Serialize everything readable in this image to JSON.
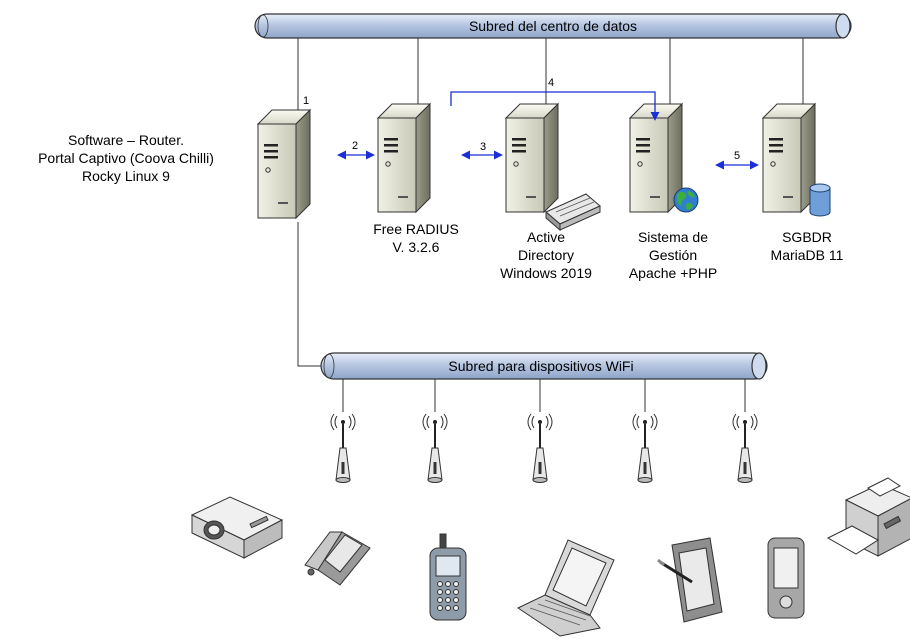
{
  "buses": {
    "datacenter": "Subred del centro de datos",
    "wifi": "Subred para dispositivos WiFi"
  },
  "router_label": [
    "Software – Router.",
    "Portal Captivo (Coova Chilli)",
    "Rocky Linux 9"
  ],
  "servers": {
    "radius": [
      "Free RADIUS",
      "V. 3.2.6"
    ],
    "ad": [
      "Active",
      "Directory",
      "Windows 2019"
    ],
    "mgmt": [
      "Sistema de",
      "Gestión",
      "Apache +PHP"
    ],
    "db": [
      "SGBDR",
      "MariaDB 11"
    ]
  },
  "connections": [
    "1",
    "2",
    "3",
    "4",
    "5"
  ],
  "colors": {
    "bus_fill": "#a9bbd8",
    "bus_light": "#dfe8f5",
    "arrow": "#1a2fd6"
  },
  "devices": [
    "projector-icon",
    "flip-phone-icon",
    "cell-phone-icon",
    "laptop-icon",
    "tablet-icon",
    "pda-icon",
    "printer-icon"
  ]
}
